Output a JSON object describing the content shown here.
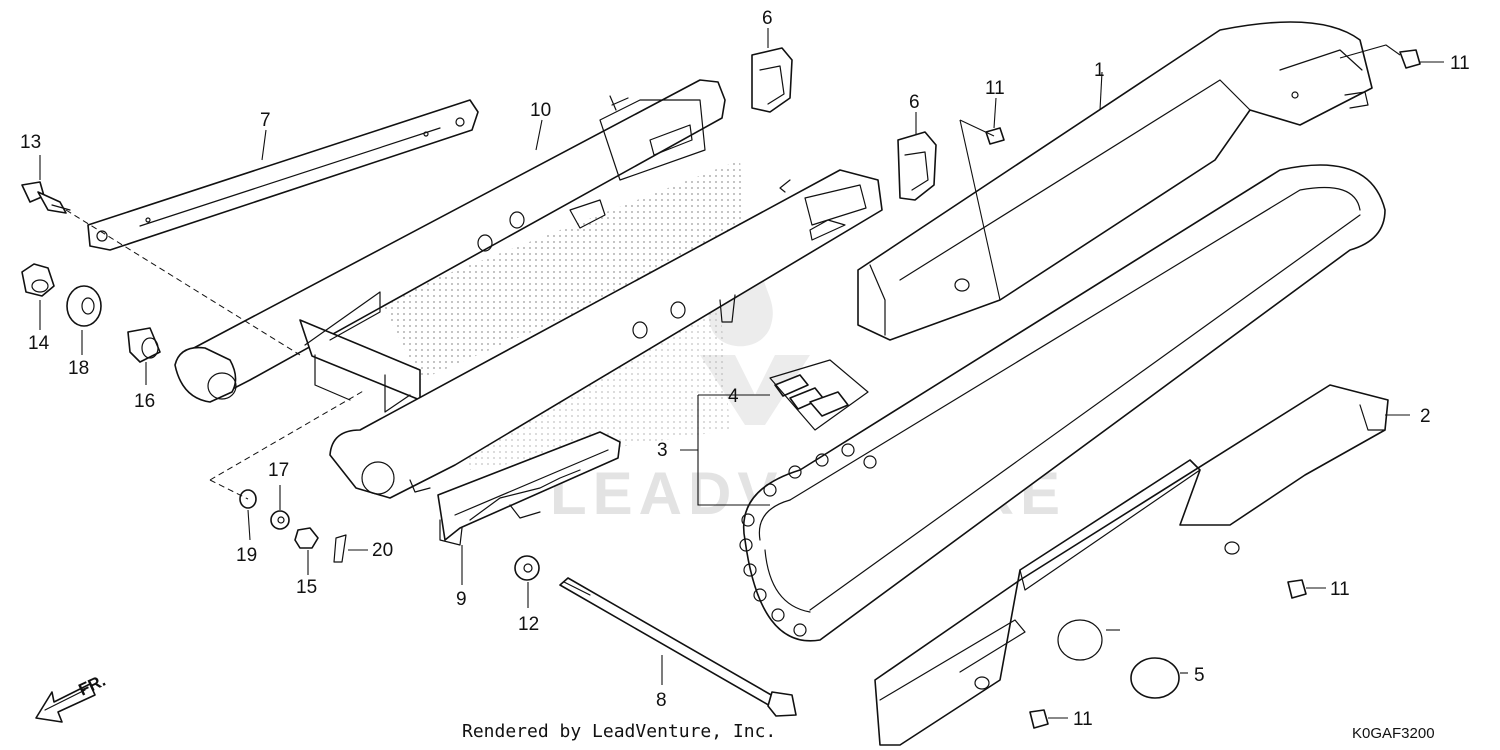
{
  "diagram": {
    "callouts": {
      "c1": "1",
      "c2": "2",
      "c3": "3",
      "c4": "4",
      "c5": "5",
      "c6a": "6",
      "c6b": "6",
      "c7": "7",
      "c8": "8",
      "c9": "9",
      "c10": "10",
      "c11a": "11",
      "c11b": "11",
      "c11c": "11",
      "c11d": "11",
      "c12": "12",
      "c13": "13",
      "c14": "14",
      "c15": "15",
      "c16": "16",
      "c17": "17",
      "c18": "18",
      "c19": "19",
      "c20": "20"
    },
    "watermark": "LEADVENTURE",
    "direction_label": "FR.",
    "footer_text": "Rendered by LeadVenture, Inc.",
    "diagram_code": "K0GAF3200",
    "colors": {
      "line": "#111111",
      "watermark": "#e3e3e3",
      "background": "#ffffff"
    }
  }
}
